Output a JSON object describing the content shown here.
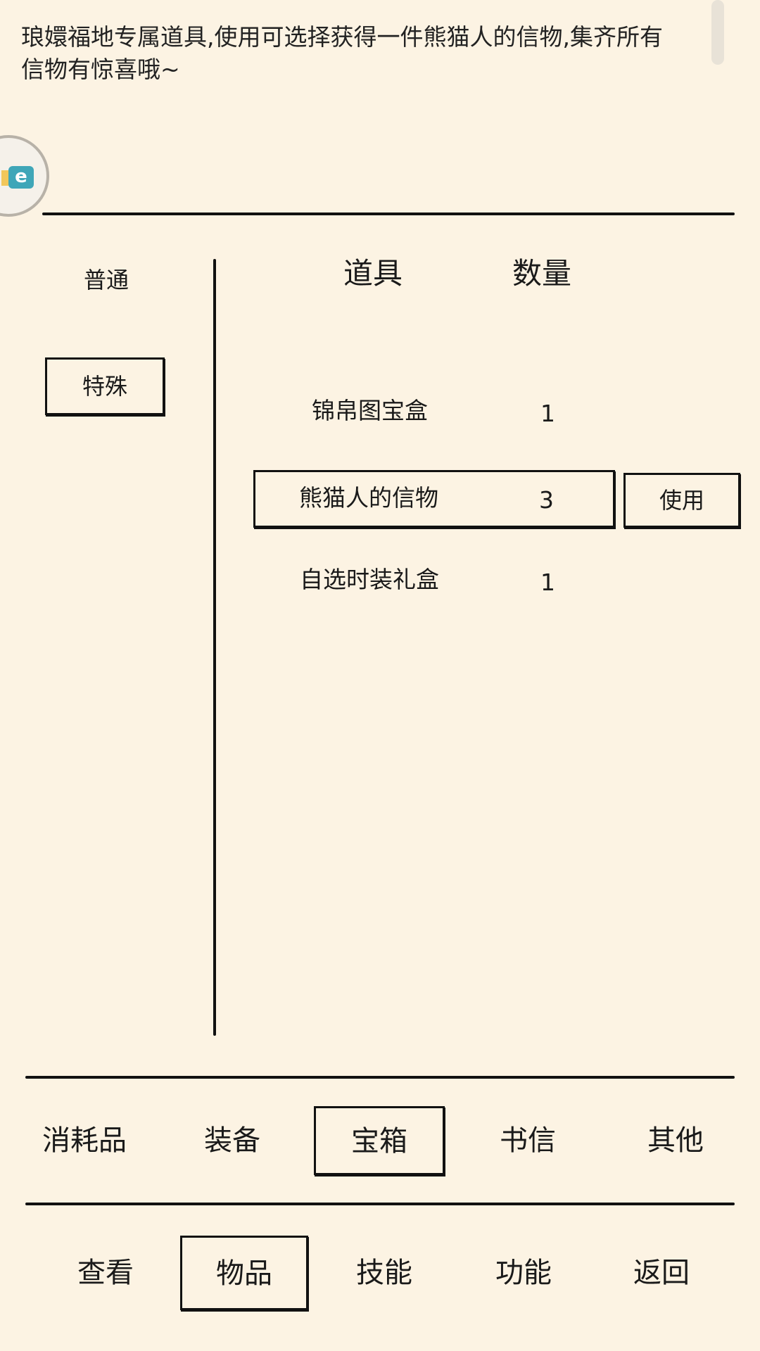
{
  "item_description": "琅嬛福地专属道具,使用可选择获得一件熊猫人的信物,集齐所有信物有惊喜哦~",
  "floating_button": {
    "icon": "app-logo-icon",
    "glyph": "e"
  },
  "sidebar": {
    "items": [
      {
        "label": "普通",
        "selected": false
      },
      {
        "label": "特殊",
        "selected": true
      }
    ]
  },
  "table": {
    "headers": {
      "item": "道具",
      "qty": "数量"
    },
    "rows": [
      {
        "name": "锦帛图宝盒",
        "qty": "1",
        "selected": false
      },
      {
        "name": "熊猫人的信物",
        "qty": "3",
        "selected": true
      },
      {
        "name": "自选时装礼盒",
        "qty": "1",
        "selected": false
      }
    ],
    "use_label": "使用"
  },
  "category_tabs": [
    {
      "label": "消耗品",
      "selected": false
    },
    {
      "label": "装备",
      "selected": false
    },
    {
      "label": "宝箱",
      "selected": true
    },
    {
      "label": "书信",
      "selected": false
    },
    {
      "label": "其他",
      "selected": false
    }
  ],
  "bottom_nav": [
    {
      "label": "查看",
      "selected": false
    },
    {
      "label": "物品",
      "selected": true
    },
    {
      "label": "技能",
      "selected": false
    },
    {
      "label": "功能",
      "selected": false
    },
    {
      "label": "返回",
      "selected": false
    }
  ],
  "colors": {
    "background": "#fcf3e3",
    "ink": "#111111"
  }
}
